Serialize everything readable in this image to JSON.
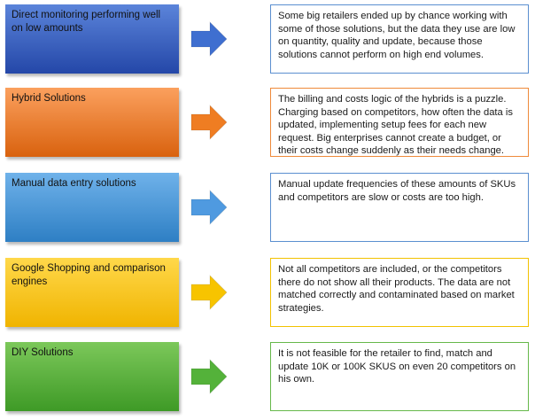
{
  "rows": [
    {
      "label": "Direct monitoring performing well on low amounts",
      "description": "Some big retailers ended up by chance working with some of those solutions, but the data they use are low on quantity, quality and update, because those solutions cannot perform on high end volumes.",
      "colors": {
        "box_top": "#5b84da",
        "box_bottom": "#2447a8",
        "arrow": "#3f6fd0",
        "border": "#5b8fd0"
      }
    },
    {
      "label": "Hybrid Solutions",
      "description": "The billing and costs logic of the hybrids is a puzzle. Charging based on competitors, how often the data is updated, implementing setup fees for each new request. Big enterprises cannot create a budget, or their costs change suddenly as their needs change.",
      "colors": {
        "box_top": "#fba05e",
        "box_bottom": "#d9620e",
        "arrow": "#ef7d22",
        "border": "#ef8a3a"
      }
    },
    {
      "label": "Manual data entry solutions",
      "description": "Manual update frequencies of these amounts of SKUs and competitors are slow or costs are too high.",
      "colors": {
        "box_top": "#6fb2ea",
        "box_bottom": "#2e7fc4",
        "arrow": "#4f9ae0",
        "border": "#5b8fd0"
      }
    },
    {
      "label": "Google Shopping and comparison engines",
      "description": "Not all competitors are included, or the competitors there do not show all their products. The data are not matched correctly and contaminated based on market strategies.",
      "colors": {
        "box_top": "#ffd84a",
        "box_bottom": "#f0b400",
        "arrow": "#f7c400",
        "border": "#f2c200"
      }
    },
    {
      "label": "DIY Solutions",
      "description": "It is not feasible for the retailer to find, match and update 10K or 100K SKUS on even 20 competitors on his own.",
      "colors": {
        "box_top": "#7cc85a",
        "box_bottom": "#3e9a26",
        "arrow": "#54b23a",
        "border": "#66b84a"
      }
    }
  ]
}
